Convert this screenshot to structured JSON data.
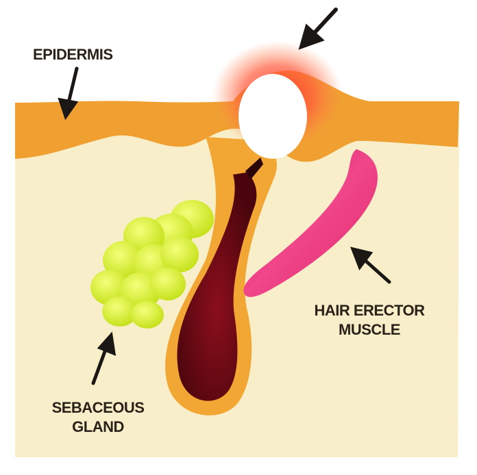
{
  "labels": {
    "epidermis": "EPIDERMIS",
    "hair_erector_muscle": [
      "HAIR ERECTOR",
      "MUSCLE"
    ],
    "sebaceous_gland": [
      "SEBACEOUS",
      "GLAND"
    ]
  },
  "colors": {
    "background": "#ffffff",
    "dermis": "#f8efca",
    "epidermis": "#f0a030",
    "inflammation": "#ff6a4a",
    "pustule": "#ffffff",
    "follicle": "#f2a735",
    "hair_bulb": "#7a0b14",
    "hair_shaft": "#2a0508",
    "muscle": "#e8326e",
    "gland": "#d8ee3a",
    "arrows": "#1a1714"
  }
}
